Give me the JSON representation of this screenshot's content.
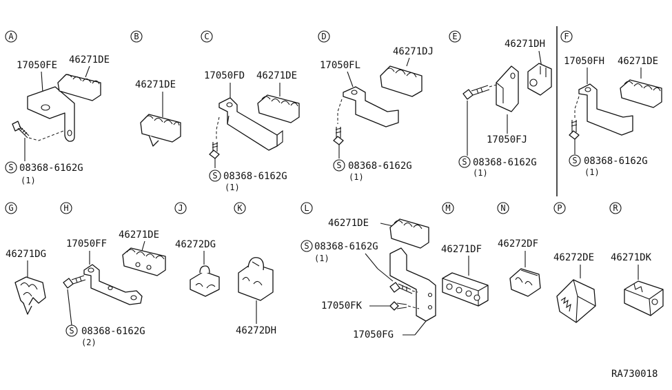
{
  "sections": {
    "A": {
      "letter": "A",
      "labels": [
        "17050FE",
        "46271DE",
        "08368-6162G"
      ],
      "qty": "(1)"
    },
    "B": {
      "letter": "B",
      "labels": [
        "46271DE"
      ]
    },
    "C": {
      "letter": "C",
      "labels": [
        "17050FD",
        "46271DE",
        "08368-6162G"
      ],
      "qty": "(1)"
    },
    "D": {
      "letter": "D",
      "labels": [
        "17050FL",
        "46271DJ",
        "08368-6162G"
      ],
      "qty": "(1)"
    },
    "E": {
      "letter": "E",
      "labels": [
        "46271DH",
        "17050FJ",
        "08368-6162G"
      ],
      "qty": "(1)"
    },
    "F": {
      "letter": "F",
      "labels": [
        "17050FH",
        "46271DE",
        "08368-6162G"
      ],
      "qty": "(1)"
    },
    "G": {
      "letter": "G",
      "labels": [
        "46271DG"
      ]
    },
    "H": {
      "letter": "H",
      "labels": [
        "17050FF",
        "46271DE",
        "08368-6162G"
      ],
      "qty": "(2)"
    },
    "J": {
      "letter": "J",
      "labels": [
        "46272DG"
      ]
    },
    "K": {
      "letter": "K",
      "labels": [
        "46272DH"
      ]
    },
    "L": {
      "letter": "L",
      "labels": [
        "46271DE",
        "08368-6162G",
        "17050FK",
        "17050FG"
      ],
      "qty": "(1)"
    },
    "M": {
      "letter": "M",
      "labels": [
        "46271DF"
      ]
    },
    "N": {
      "letter": "N",
      "labels": [
        "46272DF"
      ]
    },
    "P": {
      "letter": "P",
      "labels": [
        "46272DE"
      ]
    },
    "R": {
      "letter": "R",
      "labels": [
        "46271DK"
      ]
    }
  },
  "screw_symbol": "S",
  "reference_code": "RA730018"
}
